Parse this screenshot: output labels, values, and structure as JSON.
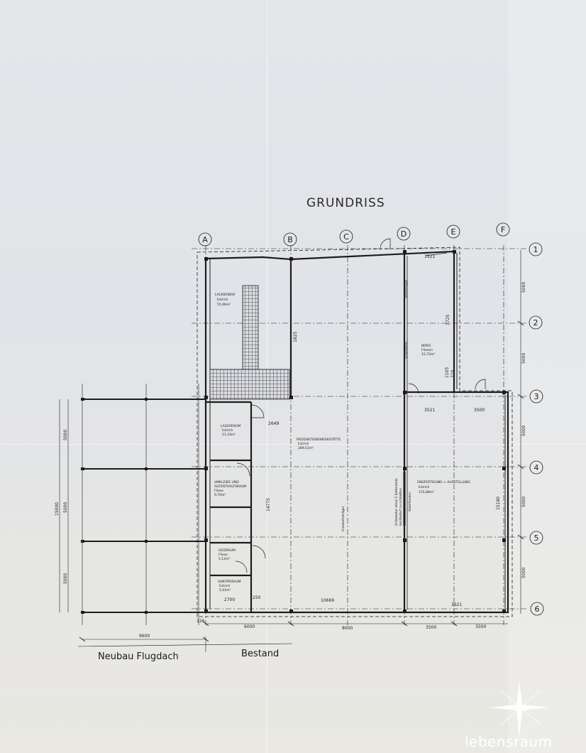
{
  "title": "GRUNDRISS",
  "grid_columns": [
    "A",
    "B",
    "C",
    "D",
    "E",
    "F"
  ],
  "grid_rows": [
    "1",
    "2",
    "3",
    "4",
    "5",
    "6"
  ],
  "rooms": {
    "lackierbox": {
      "name": "LACKIERBOX",
      "floor": "Estrich",
      "area": "55,96m²"
    },
    "lagerraum": {
      "name": "LAGERRAUM",
      "floor": "Estrich",
      "area": "21,10m²"
    },
    "umkleide": {
      "name": "UMKLEIDE UND",
      "name2": "AUFENTHALTSRAUM",
      "floor": "Fliese",
      "area": "9,70m²"
    },
    "heizraum": {
      "name": "HEIZRAUM",
      "floor": "Fliese",
      "area": "5,12m²"
    },
    "sanitaer": {
      "name": "SANITÄRRAUM",
      "floor": "Estrich",
      "area": "5,63m²"
    },
    "produktion": {
      "name": "PRODUKTIONSWERKSTÄTTE",
      "floor": "Estrich",
      "area": "289,51m²"
    },
    "buero": {
      "name": "BÜRO",
      "floor": "Fliesen",
      "area": "15,72m²"
    },
    "endfertigung": {
      "name": "ENDFERTIGUNG + AUSSTELLUNG",
      "floor": "Estrich",
      "area": "115,88m²"
    }
  },
  "dims": {
    "d3521_top": "3521",
    "d3521_mid": "3521",
    "d3500_mid": "3500",
    "d1825": "1825",
    "d3725": "3725",
    "d2649": "2649",
    "d10669": "10669",
    "d3621": "3621",
    "d2700": "2700",
    "d250": "250",
    "d126": "126",
    "d14775": "14775",
    "d15180": "15180",
    "d1105": "1105",
    "d210": "210",
    "d15000": "15000",
    "left_5000_a": "5000",
    "left_5000_b": "5000",
    "left_5000_c": "5000",
    "right_5000_a": "5000",
    "right_5000_b": "5000",
    "right_5000_c": "5000",
    "right_5000_d": "5000",
    "right_5000_e": "5000",
    "bottom_9600": "9600",
    "bottom_6000": "6000",
    "bottom_8000": "8000",
    "bottom_3500_a": "3500",
    "bottom_3500_b": "3500"
  },
  "notes": {
    "kranbahnträger": "Kranbahnträger",
    "schiebetuer": "Schiebetür",
    "stahltreppe": "Stahltreppe",
    "schiebetor": "Schiebetor ohne 5 Seitenteile",
    "schiebetor2": "bei Bedarf zu schließen",
    "schiebetor3": "Stahlfenster"
  },
  "labels": {
    "neubau": "Neubau Flugdach",
    "bestand": "Bestand"
  },
  "brand": "lebensraum",
  "colors": {
    "paper": "#e3e5ea",
    "ink": "#1c1c1c",
    "brand": "#ffffff"
  }
}
